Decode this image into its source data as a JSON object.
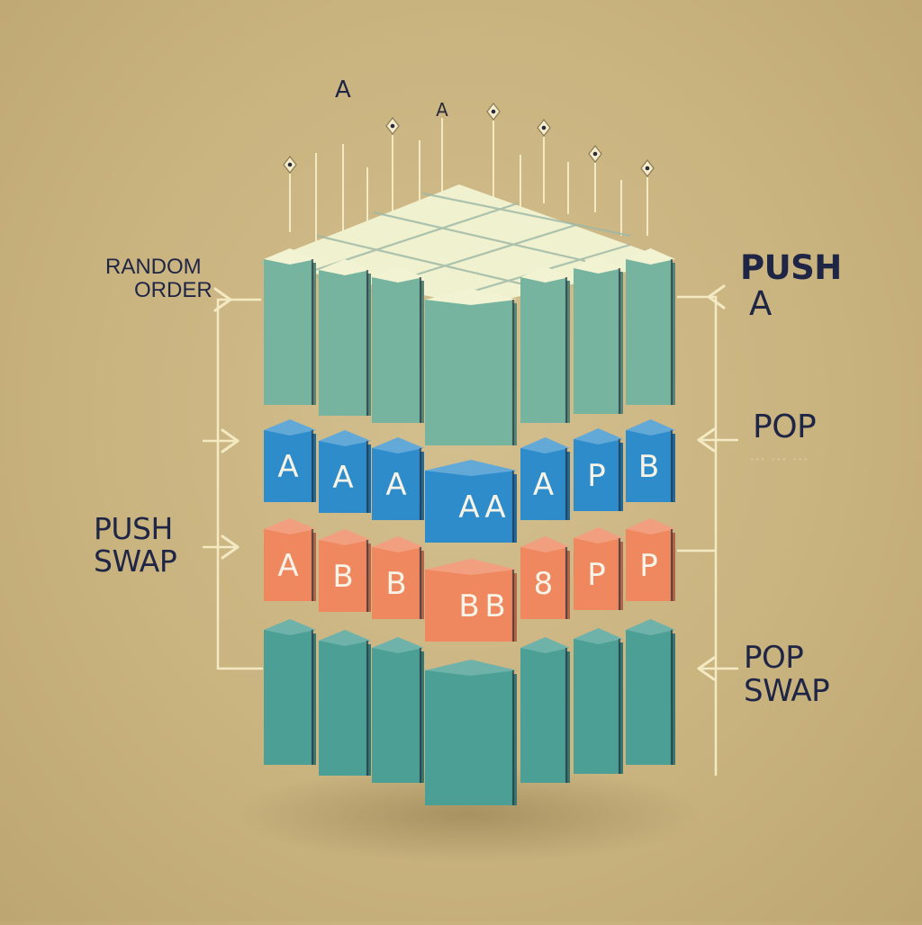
{
  "top_marker_label": "A",
  "pin_letter": "A",
  "left_labels": {
    "random_order_line1": "RANDOM",
    "random_order_line2": "ORDER",
    "push_swap_line1": "PUSH",
    "push_swap_line2": "SWAP"
  },
  "right_labels": {
    "push_a_line1": "PUSH",
    "push_a_line2": "A",
    "pop": "POP",
    "pop_swap_line1": "POP",
    "pop_swap_line2": "SWAP"
  },
  "blue_row_letters": [
    "A",
    "A",
    "A",
    "A",
    "A",
    "A",
    "P",
    "B"
  ],
  "orange_row_letters": [
    "A",
    "B",
    "B",
    "B",
    "B",
    "8",
    "P",
    "P"
  ],
  "colors": {
    "background": "#c9b37f",
    "teal_block": "#76b49f",
    "cream_top": "#eef3d2",
    "blue_block": "#2f8ccb",
    "orange_block": "#ef875f",
    "dark_teal_block": "#4b9f95",
    "label_text": "#1f2545",
    "line_cream": "#f3eac4"
  }
}
